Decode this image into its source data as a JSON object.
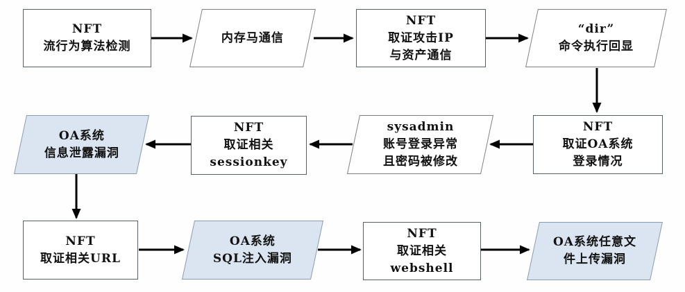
{
  "diagram": {
    "type": "flowchart",
    "language": "zh-CN",
    "colors": {
      "background": "#fefefe",
      "rect_fill": "#ffffff",
      "rect_border": "#555f66",
      "parallelogram_white_fill": "#ffffff",
      "parallelogram_white_border": "#7f7f7f",
      "parallelogram_blue_fill": "#dbe5f1",
      "parallelogram_blue_border": "#8a9bb0",
      "arrow": "#000000",
      "text": "#111111"
    },
    "nodes": [
      {
        "id": "nft-behavior-detection",
        "shape": "rectangle",
        "fill": "white",
        "text": "NFT\n流行为算法检测"
      },
      {
        "id": "memory-trojan-comm",
        "shape": "parallelogram",
        "fill": "white",
        "text": "内存马通信"
      },
      {
        "id": "nft-forensic-attack-ip",
        "shape": "rectangle",
        "fill": "white",
        "text": "NFT\n取证攻击IP\n与资产通信"
      },
      {
        "id": "dir-command-echo",
        "shape": "parallelogram",
        "fill": "white",
        "text": "“dir”\n命令执行回显"
      },
      {
        "id": "oa-info-leak-vuln",
        "shape": "parallelogram",
        "fill": "blue",
        "text": "OA系统\n信息泄露漏洞"
      },
      {
        "id": "nft-sessionkey-forensics",
        "shape": "rectangle",
        "fill": "white",
        "text": "NFT\n取证相关\nsessionkey"
      },
      {
        "id": "sysadmin-login-anomaly",
        "shape": "parallelogram",
        "fill": "white",
        "text": "sysadmin\n账号登录异常\n且密码被修改"
      },
      {
        "id": "nft-oa-login-forensics",
        "shape": "rectangle",
        "fill": "white",
        "text": "NFT\n取证OA系统\n登录情况"
      },
      {
        "id": "nft-url-forensics",
        "shape": "rectangle",
        "fill": "white",
        "text": "NFT\n取证相关URL"
      },
      {
        "id": "oa-sql-injection-vuln",
        "shape": "parallelogram",
        "fill": "blue",
        "text": "OA系统\nSQL注入漏洞"
      },
      {
        "id": "nft-webshell-forensics",
        "shape": "rectangle",
        "fill": "white",
        "text": "NFT\n取证相关\nwebshell"
      },
      {
        "id": "oa-file-upload-vuln",
        "shape": "parallelogram",
        "fill": "blue",
        "text": "OA系统任意文\n件上传漏洞"
      }
    ],
    "connections": [
      {
        "from": "nft-behavior-detection",
        "to": "memory-trojan-comm",
        "direction": "right"
      },
      {
        "from": "memory-trojan-comm",
        "to": "nft-forensic-attack-ip",
        "direction": "right"
      },
      {
        "from": "nft-forensic-attack-ip",
        "to": "dir-command-echo",
        "direction": "right"
      },
      {
        "from": "dir-command-echo",
        "to": "nft-oa-login-forensics",
        "direction": "down"
      },
      {
        "from": "nft-oa-login-forensics",
        "to": "sysadmin-login-anomaly",
        "direction": "left"
      },
      {
        "from": "sysadmin-login-anomaly",
        "to": "nft-sessionkey-forensics",
        "direction": "left"
      },
      {
        "from": "nft-sessionkey-forensics",
        "to": "oa-info-leak-vuln",
        "direction": "left"
      },
      {
        "from": "oa-info-leak-vuln",
        "to": "nft-url-forensics",
        "direction": "down"
      },
      {
        "from": "nft-url-forensics",
        "to": "oa-sql-injection-vuln",
        "direction": "right"
      },
      {
        "from": "oa-sql-injection-vuln",
        "to": "nft-webshell-forensics",
        "direction": "right"
      },
      {
        "from": "nft-webshell-forensics",
        "to": "oa-file-upload-vuln",
        "direction": "right"
      }
    ]
  }
}
